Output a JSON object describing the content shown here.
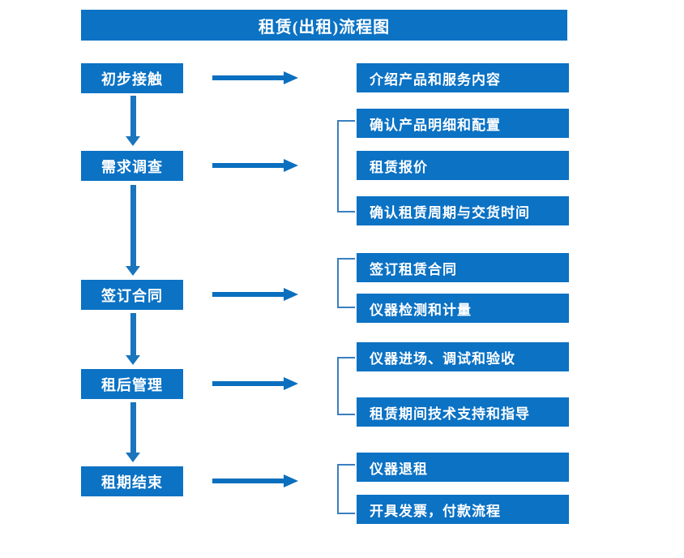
{
  "diagram": {
    "title": "租赁(出租)流程图",
    "colors": {
      "box_blue": "#0b72c4",
      "arrow_blue": "#1a75bc",
      "bracket_blue": "#3a7fc0",
      "text_white": "#ffffff",
      "background": "#ffffff"
    },
    "stages": [
      {
        "label": "初步接触"
      },
      {
        "label": "需求调查"
      },
      {
        "label": "签订合同"
      },
      {
        "label": "租后管理"
      },
      {
        "label": "租期结束"
      }
    ],
    "details": [
      {
        "label": "介绍产品和服务内容"
      },
      {
        "label": "确认产品明细和配置"
      },
      {
        "label": "租赁报价"
      },
      {
        "label": "确认租赁周期与交货时间"
      },
      {
        "label": "签订租赁合同"
      },
      {
        "label": "仪器检测和计量"
      },
      {
        "label": "仪器进场、调试和验收"
      },
      {
        "label": "租赁期间技术支持和指导"
      },
      {
        "label": "仪器退租"
      },
      {
        "label": "开具发票，付款流程"
      }
    ]
  }
}
